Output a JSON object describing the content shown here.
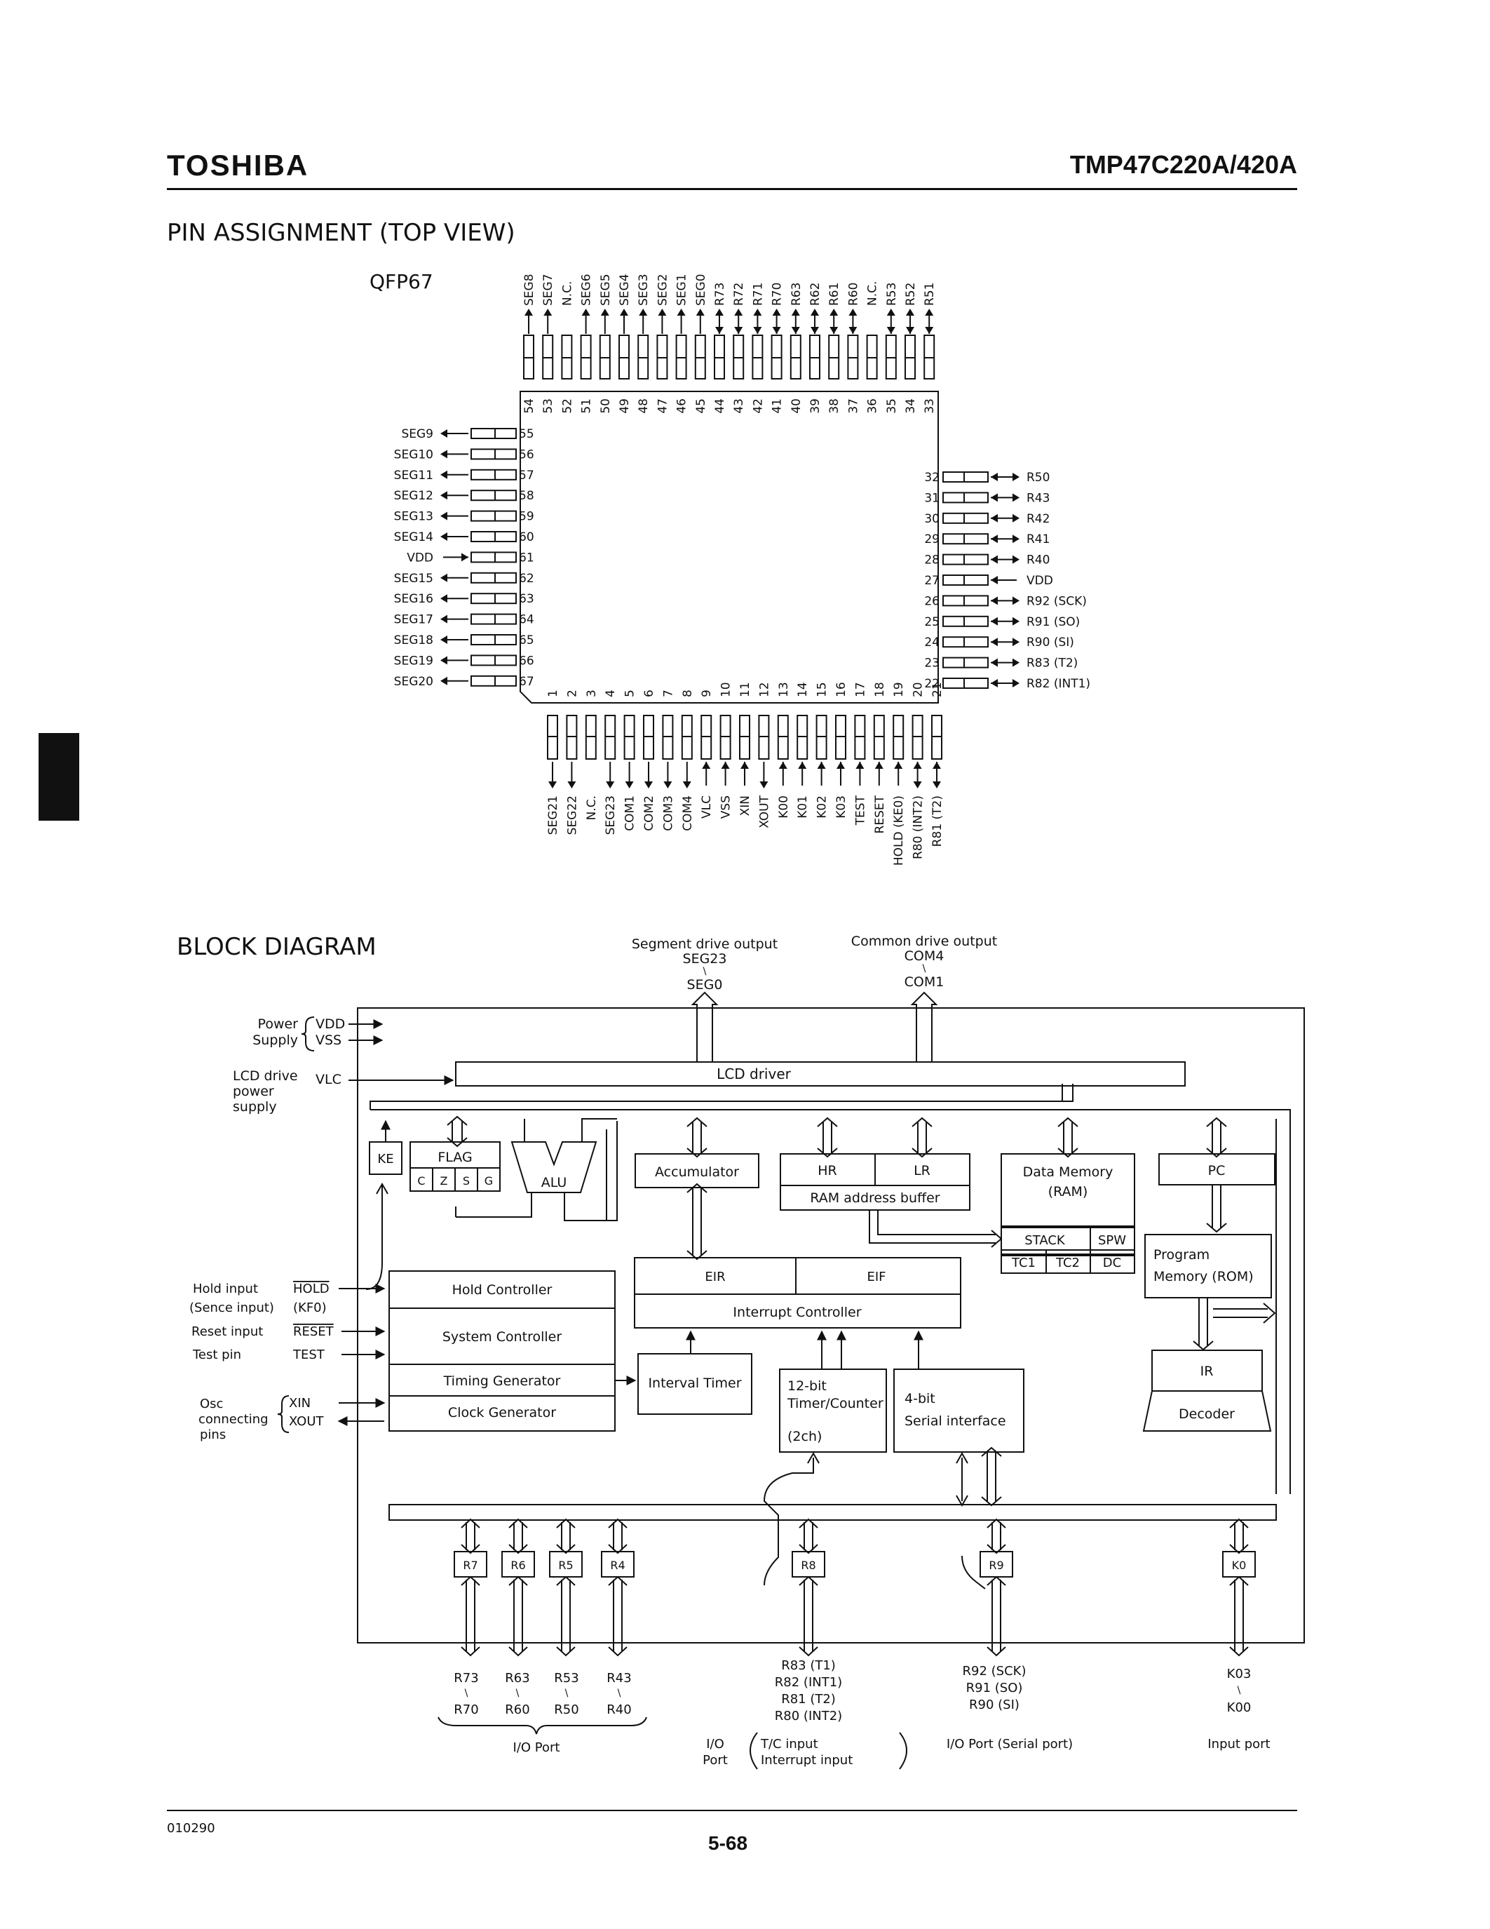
{
  "header": {
    "brand": "TOSHIBA",
    "part_number": "TMP47C220A/420A"
  },
  "pin_assignment": {
    "title": "PIN ASSIGNMENT (TOP VIEW)",
    "package": "QFP67",
    "pins_bottom": [
      {
        "n": "1",
        "label": "SEG21",
        "dir": "out"
      },
      {
        "n": "2",
        "label": "SEG22",
        "dir": "out"
      },
      {
        "n": "3",
        "label": "N.C.",
        "dir": "none"
      },
      {
        "n": "4",
        "label": "SEG23",
        "dir": "out"
      },
      {
        "n": "5",
        "label": "COM1",
        "dir": "out"
      },
      {
        "n": "6",
        "label": "COM2",
        "dir": "out"
      },
      {
        "n": "7",
        "label": "COM3",
        "dir": "out"
      },
      {
        "n": "8",
        "label": "COM4",
        "dir": "out"
      },
      {
        "n": "9",
        "label": "VLC",
        "dir": "in"
      },
      {
        "n": "10",
        "label": "VSS",
        "dir": "in"
      },
      {
        "n": "11",
        "label": "XIN",
        "dir": "in"
      },
      {
        "n": "12",
        "label": "XOUT",
        "dir": "out"
      },
      {
        "n": "13",
        "label": "K00",
        "dir": "in"
      },
      {
        "n": "14",
        "label": "K01",
        "dir": "in"
      },
      {
        "n": "15",
        "label": "K02",
        "dir": "in"
      },
      {
        "n": "16",
        "label": "K03",
        "dir": "in"
      },
      {
        "n": "17",
        "label": "TEST",
        "dir": "in"
      },
      {
        "n": "18",
        "label": "RESET",
        "dir": "in"
      },
      {
        "n": "19",
        "label": "HOLD (KE0)",
        "dir": "in"
      },
      {
        "n": "20",
        "label": "R80 (INT2)",
        "dir": "bi"
      },
      {
        "n": "21",
        "label": "R81 (T2)",
        "dir": "bi"
      }
    ],
    "pins_right": [
      {
        "n": "22",
        "label": "R82 (INT1)",
        "dir": "bi"
      },
      {
        "n": "23",
        "label": "R83 (T2)",
        "dir": "bi"
      },
      {
        "n": "24",
        "label": "R90 (SI)",
        "dir": "bi"
      },
      {
        "n": "25",
        "label": "R91 (SO)",
        "dir": "bi"
      },
      {
        "n": "26",
        "label": "R92 (SCK)",
        "dir": "bi"
      },
      {
        "n": "27",
        "label": "VDD",
        "dir": "in"
      },
      {
        "n": "28",
        "label": "R40",
        "dir": "bi"
      },
      {
        "n": "29",
        "label": "R41",
        "dir": "bi"
      },
      {
        "n": "30",
        "label": "R42",
        "dir": "bi"
      },
      {
        "n": "31",
        "label": "R43",
        "dir": "bi"
      },
      {
        "n": "32",
        "label": "R50",
        "dir": "bi"
      }
    ],
    "pins_top": [
      {
        "n": "33",
        "label": "R51",
        "dir": "bi"
      },
      {
        "n": "34",
        "label": "R52",
        "dir": "bi"
      },
      {
        "n": "35",
        "label": "R53",
        "dir": "bi"
      },
      {
        "n": "36",
        "label": "N.C.",
        "dir": "none"
      },
      {
        "n": "37",
        "label": "R60",
        "dir": "bi"
      },
      {
        "n": "38",
        "label": "R61",
        "dir": "bi"
      },
      {
        "n": "39",
        "label": "R62",
        "dir": "bi"
      },
      {
        "n": "40",
        "label": "R63",
        "dir": "bi"
      },
      {
        "n": "41",
        "label": "R70",
        "dir": "bi"
      },
      {
        "n": "42",
        "label": "R71",
        "dir": "bi"
      },
      {
        "n": "43",
        "label": "R72",
        "dir": "bi"
      },
      {
        "n": "44",
        "label": "R73",
        "dir": "bi"
      },
      {
        "n": "45",
        "label": "SEG0",
        "dir": "out"
      },
      {
        "n": "46",
        "label": "SEG1",
        "dir": "out"
      },
      {
        "n": "47",
        "label": "SEG2",
        "dir": "out"
      },
      {
        "n": "48",
        "label": "SEG3",
        "dir": "out"
      },
      {
        "n": "49",
        "label": "SEG4",
        "dir": "out"
      },
      {
        "n": "50",
        "label": "SEG5",
        "dir": "out"
      },
      {
        "n": "51",
        "label": "SEG6",
        "dir": "out"
      },
      {
        "n": "52",
        "label": "N.C.",
        "dir": "none"
      },
      {
        "n": "53",
        "label": "SEG7",
        "dir": "out"
      },
      {
        "n": "54",
        "label": "SEG8",
        "dir": "out"
      }
    ],
    "pins_left": [
      {
        "n": "55",
        "label": "SEG9",
        "dir": "out"
      },
      {
        "n": "56",
        "label": "SEG10",
        "dir": "out"
      },
      {
        "n": "57",
        "label": "SEG11",
        "dir": "out"
      },
      {
        "n": "58",
        "label": "SEG12",
        "dir": "out"
      },
      {
        "n": "59",
        "label": "SEG13",
        "dir": "out"
      },
      {
        "n": "60",
        "label": "SEG14",
        "dir": "out"
      },
      {
        "n": "61",
        "label": "VDD",
        "dir": "in"
      },
      {
        "n": "62",
        "label": "SEG15",
        "dir": "out"
      },
      {
        "n": "63",
        "label": "SEG16",
        "dir": "out"
      },
      {
        "n": "64",
        "label": "SEG17",
        "dir": "out"
      },
      {
        "n": "65",
        "label": "SEG18",
        "dir": "out"
      },
      {
        "n": "66",
        "label": "SEG19",
        "dir": "out"
      },
      {
        "n": "67",
        "label": "SEG20",
        "dir": "out"
      }
    ]
  },
  "block_diagram": {
    "title": "BLOCK DIAGRAM",
    "top_labels": {
      "seg_title": "Segment drive output",
      "seg_hi": "SEG23",
      "seg_sep": "\\",
      "seg_lo": "SEG0",
      "com_title": "Common drive output",
      "com_hi": "COM4",
      "com_sep": "\\",
      "com_lo": "COM1"
    },
    "left_labels": {
      "power_1": "Power",
      "power_2": "Supply",
      "vdd": "VDD",
      "vss": "VSS",
      "lcd_1": "LCD drive",
      "lcd_2": "power",
      "lcd_3": "supply",
      "vlc": "VLC",
      "hold_in": "Hold input",
      "hold_pin": "HOLD",
      "sense_in": "(Sence input)",
      "kf0_pin": "(KF0)",
      "reset_in": "Reset input",
      "reset_pin": "RESET",
      "test_in": "Test pin",
      "test_pin": "TEST",
      "osc_1": "Osc",
      "osc_2": "connecting",
      "osc_3": "pins",
      "xin": "XIN",
      "xout": "XOUT"
    },
    "blocks": {
      "lcd_driver": "LCD driver",
      "ke": "KE",
      "flag": "FLAG",
      "flag_c": "C",
      "flag_z": "Z",
      "flag_s": "S",
      "flag_g": "G",
      "alu": "ALU",
      "accumulator": "Accumulator",
      "hr": "HR",
      "lr": "LR",
      "ram_addr_buf": "RAM address buffer",
      "data_memory": "Data Memory",
      "ram": "(RAM)",
      "stack": "STACK",
      "spw": "SPW",
      "tc1": "TC1",
      "tc2": "TC2",
      "dc": "DC",
      "pc": "PC",
      "program_memory": "Program",
      "program_rom": "Memory (ROM)",
      "ir": "IR",
      "decoder": "Decoder",
      "hold_controller": "Hold Controller",
      "system_controller": "System Controller",
      "timing_generator": "Timing Generator",
      "clock_generator": "Clock Generator",
      "eir": "EIR",
      "eif": "EIF",
      "interrupt_controller": "Interrupt Controller",
      "interval_timer": "Interval Timer",
      "timer12_1": "12-bit",
      "timer12_2": "Timer/Counter",
      "timer12_3": "(2ch)",
      "serial_1": "4-bit",
      "serial_2": "Serial interface"
    },
    "ports": {
      "r7": "R7",
      "r6": "R6",
      "r5": "R5",
      "r4": "R4",
      "r8": "R8",
      "r9": "R9",
      "k0": "K0"
    },
    "bottom_labels": {
      "r73": "R73",
      "r63": "R63",
      "r53": "R53",
      "r43": "R43",
      "sep": "\\",
      "r70": "R70",
      "r60": "R60",
      "r50": "R50",
      "r40": "R40",
      "io_port": "I/O Port",
      "r83": "R83 (T1)",
      "r82": "R82 (INT1)",
      "r81": "R81 (T2)",
      "r80": "R80 (INT2)",
      "io_1": "I/O",
      "io_2": "Port",
      "tc_in": "T/C input",
      "int_in": "Interrupt input",
      "r92": "R92 (SCK)",
      "r91": "R91 (SO)",
      "r90": "R90 (SI)",
      "io_serial": "I/O Port (Serial port)",
      "k03": "K03",
      "k00": "K00",
      "input_port": "Input port"
    }
  },
  "footer": {
    "doc_code": "010290",
    "page": "5-68"
  }
}
